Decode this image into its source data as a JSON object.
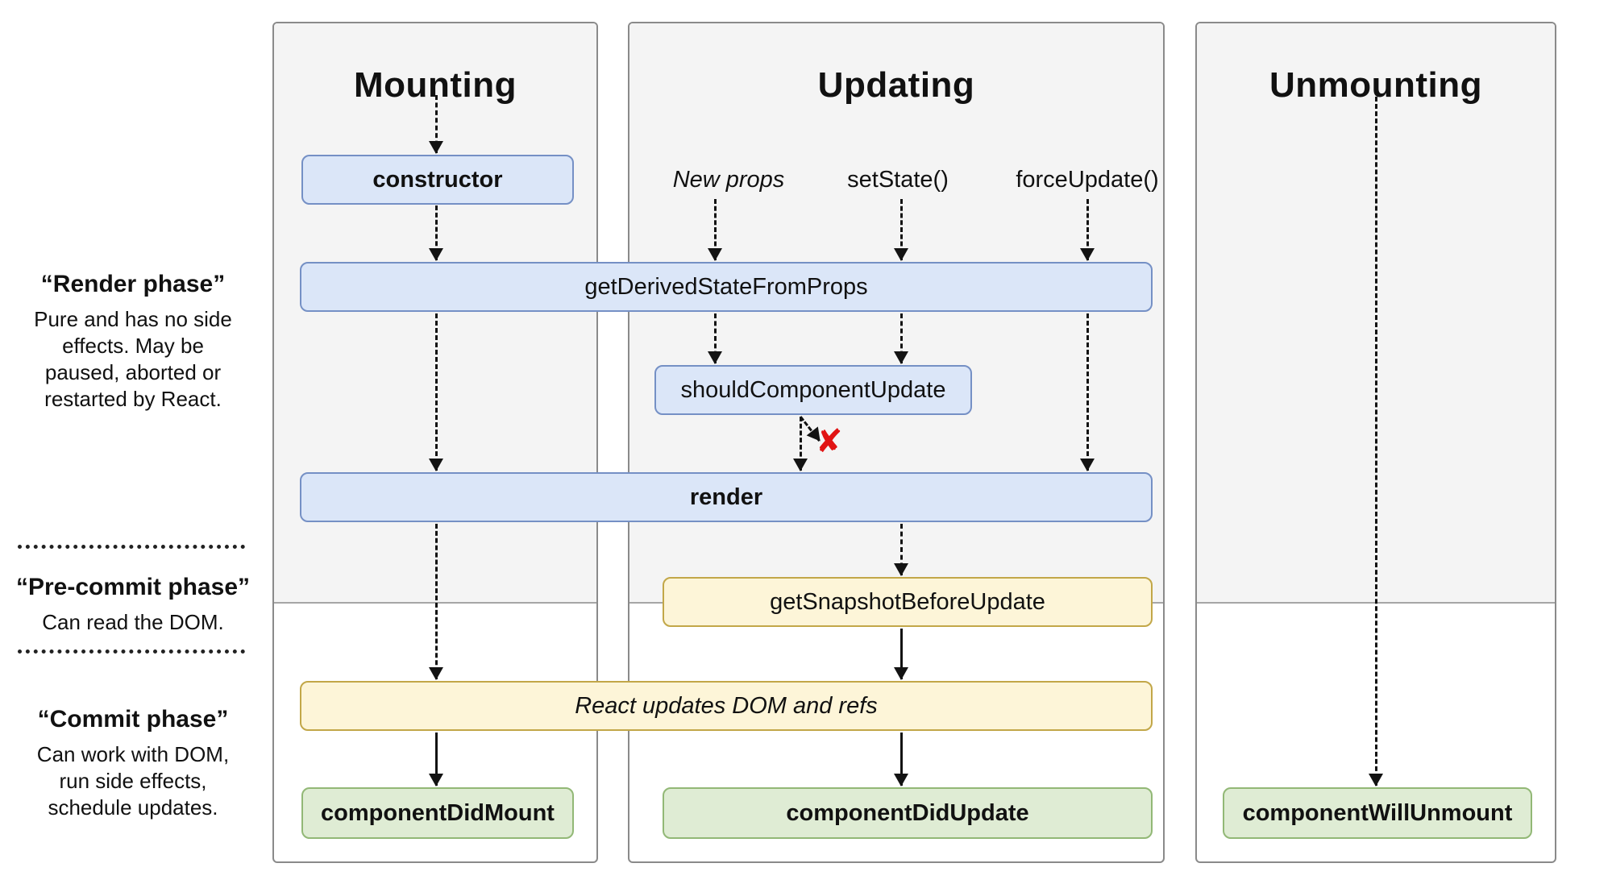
{
  "columns": [
    {
      "title": "Mounting"
    },
    {
      "title": "Updating"
    },
    {
      "title": "Unmounting"
    }
  ],
  "phases": [
    {
      "name": "“Render phase”",
      "desc": "Pure and has no side effects. May be paused, aborted or restarted by React."
    },
    {
      "name": "“Pre-commit phase”",
      "desc": "Can read the DOM."
    },
    {
      "name": "“Commit phase”",
      "desc": "Can work with DOM, run side effects, schedule updates."
    }
  ],
  "triggers": [
    {
      "label": "New props"
    },
    {
      "label": "setState()"
    },
    {
      "label": "forceUpdate()"
    }
  ],
  "nodes": {
    "constructor": {
      "label": "constructor"
    },
    "getDerivedStateFromProps": {
      "label": "getDerivedStateFromProps"
    },
    "shouldComponentUpdate": {
      "label": "shouldComponentUpdate"
    },
    "render": {
      "label": "render"
    },
    "getSnapshotBeforeUpdate": {
      "label": "getSnapshotBeforeUpdate"
    },
    "reactUpdatesDom": {
      "label": "React updates DOM and refs"
    },
    "componentDidMount": {
      "label": "componentDidMount"
    },
    "componentDidUpdate": {
      "label": "componentDidUpdate"
    },
    "componentWillUnmount": {
      "label": "componentWillUnmount"
    }
  },
  "icons": {
    "reject_x": "✘"
  },
  "colors": {
    "blue-fill": "#dbe6f8",
    "blue-border": "#7590c5",
    "yellow-fill": "#fdf5d8",
    "yellow-border": "#c2a748",
    "green-fill": "#dfecd4",
    "green-border": "#92b876",
    "panel-fill": "#f4f4f4",
    "panel-border": "#8a8a8a",
    "line": "#131313",
    "red": "#e11313"
  }
}
